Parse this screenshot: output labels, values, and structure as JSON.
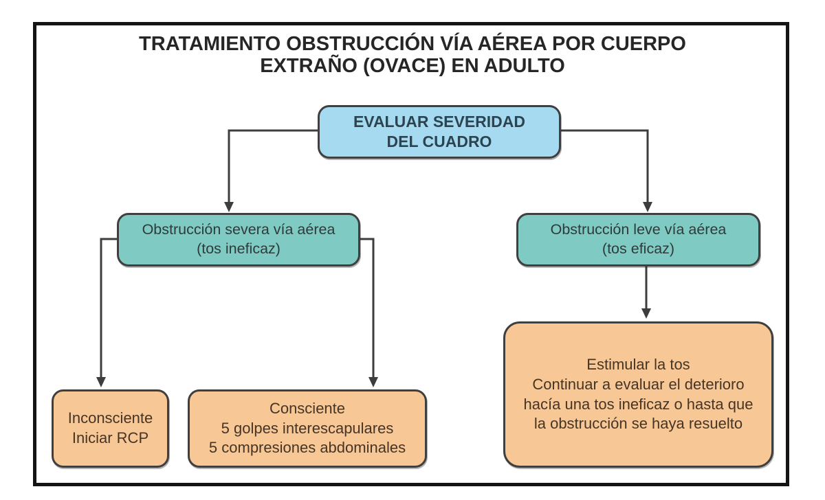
{
  "title": {
    "line1": "TRATAMIENTO OBSTRUCCIÓN VÍA AÉREA POR CUERPO",
    "line2": "EXTRAÑO (OVACE) EN ADULTO"
  },
  "nodes": {
    "root": {
      "lines": [
        "EVALUAR SEVERIDAD",
        "DEL CUADRO"
      ]
    },
    "severe": {
      "lines": [
        "Obstrucción severa vía aérea",
        "(tos ineficaz)"
      ]
    },
    "mild": {
      "lines": [
        "Obstrucción leve vía aérea",
        "(tos eficaz)"
      ]
    },
    "unconscious": {
      "lines": [
        "Inconsciente",
        "Iniciar RCP"
      ]
    },
    "conscious": {
      "lines": [
        "Consciente",
        "5 golpes interescapulares",
        "5 compresiones abdominales"
      ]
    },
    "stimulate": {
      "lines": [
        "Estimular la tos",
        "Continuar a evaluar el deterioro",
        "hacía una tos ineficaz o hasta que",
        "la obstrucción se haya resuelto"
      ]
    }
  },
  "colors": {
    "root_fill": "#a5daf1",
    "branch_fill": "#7fcbc3",
    "leaf_fill": "#f7c795",
    "box_border": "#3f3f3f",
    "connector": "#3d3d3d",
    "frame_border": "#141414",
    "title_text": "#262626"
  }
}
